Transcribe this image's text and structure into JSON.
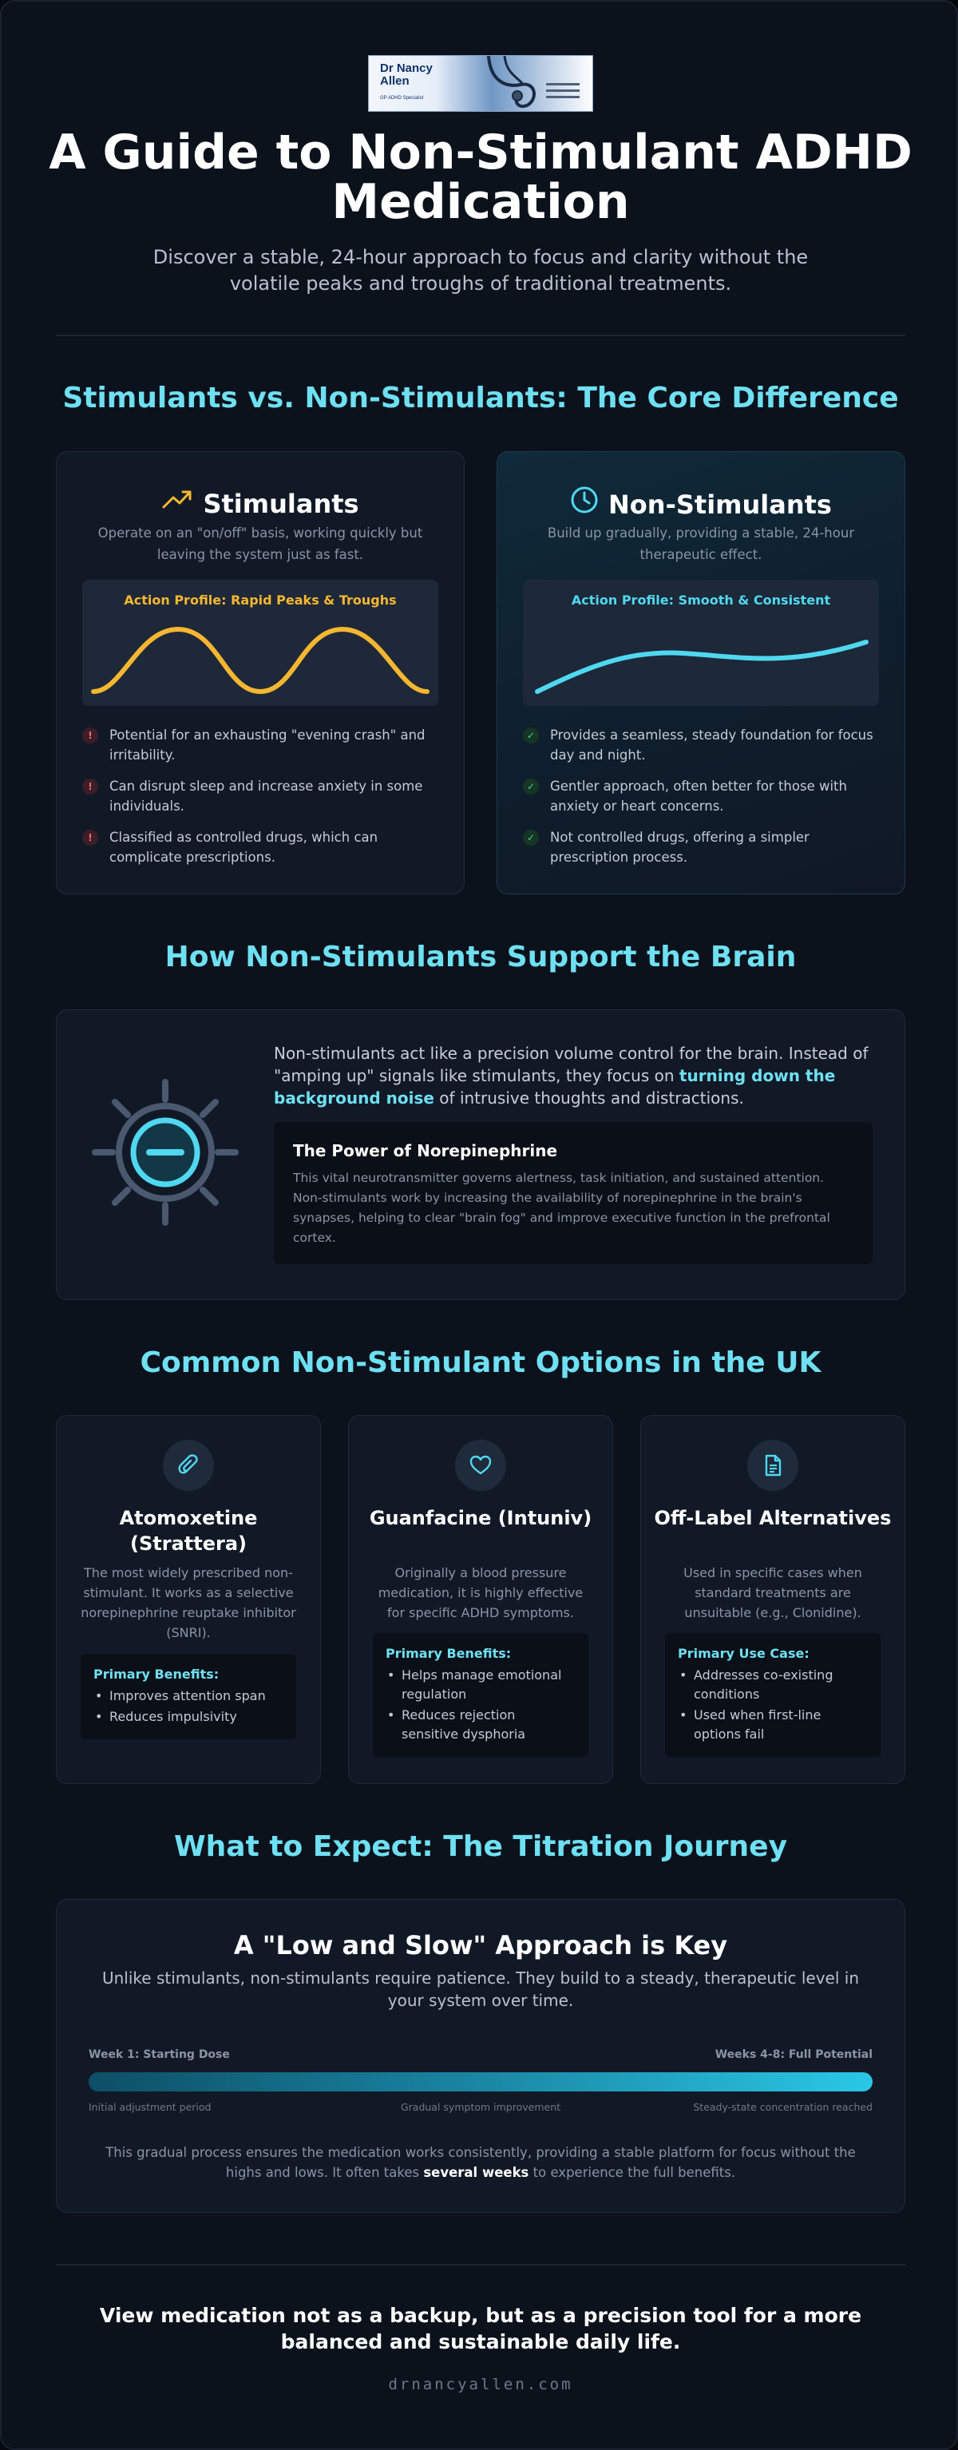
{
  "logo": {
    "name_line1": "Dr Nancy",
    "name_line2": "Allen",
    "tagline": "GP ADHD Specialist"
  },
  "header": {
    "title": "A Guide to Non-Stimulant ADHD Medication",
    "subtitle": "Discover a stable, 24-hour approach to focus and clarity without the volatile peaks and troughs of traditional treatments."
  },
  "comparison": {
    "section_title": "Stimulants vs. Non-Stimulants: The Core Difference",
    "stimulants": {
      "title": "Stimulants",
      "icon": "trending-up-icon",
      "description": "Operate on an \"on/off\" basis, working quickly but leaving the system just as fast.",
      "profile_label": "Action Profile: Rapid Peaks & Troughs",
      "points": [
        "Potential for an exhausting \"evening crash\" and irritability.",
        "Can disrupt sleep and increase anxiety in some individuals.",
        "Classified as controlled drugs, which can complicate prescriptions."
      ],
      "bullet_symbol": "!"
    },
    "non_stimulants": {
      "title": "Non-Stimulants",
      "icon": "clock-icon",
      "description": "Build up gradually, providing a stable, 24-hour therapeutic effect.",
      "profile_label": "Action Profile: Smooth & Consistent",
      "points": [
        "Provides a seamless, steady foundation for focus day and night.",
        "Gentler approach, often better for those with anxiety or heart concerns.",
        "Not controlled drugs, offering a simpler prescription process."
      ],
      "bullet_symbol": "✓"
    },
    "colors": {
      "stimulant_curve": "#f5b731",
      "nonstimulant_curve": "#4fd8f0"
    }
  },
  "brain": {
    "section_title": "How Non-Stimulants Support the Brain",
    "icon": "volume-dial-icon",
    "text_before": "Non-stimulants act like a precision volume control for the brain. Instead of \"amping up\" signals like stimulants, they focus on ",
    "text_highlight": "turning down the background noise",
    "text_after": " of intrusive thoughts and distractions.",
    "box_title": "The Power of Norepinephrine",
    "box_text": "This vital neurotransmitter governs alertness, task initiation, and sustained attention. Non-stimulants work by increasing the availability of norepinephrine in the brain's synapses, helping to clear \"brain fog\" and improve executive function in the prefrontal cortex."
  },
  "options": {
    "section_title": "Common Non-Stimulant Options in the UK",
    "items": [
      {
        "icon": "paperclip-icon",
        "name": "Atomoxetine (Strattera)",
        "description": "The most widely prescribed non-stimulant. It works as a selective norepinephrine reuptake inhibitor (SNRI).",
        "box_title": "Primary Benefits:",
        "bullets": [
          "Improves attention span",
          "Reduces impulsivity"
        ]
      },
      {
        "icon": "heart-icon",
        "name": "Guanfacine (Intuniv)",
        "description": "Originally a blood pressure medication, it is highly effective for specific ADHD symptoms.",
        "box_title": "Primary Benefits:",
        "bullets": [
          "Helps manage emotional regulation",
          "Reduces rejection sensitive dysphoria"
        ]
      },
      {
        "icon": "document-icon",
        "name": "Off-Label Alternatives",
        "description": "Used in specific cases when standard treatments are unsuitable (e.g., Clonidine).",
        "box_title": "Primary Use Case:",
        "bullets": [
          "Addresses co-existing conditions",
          "Used when first-line options fail"
        ]
      }
    ]
  },
  "titration": {
    "section_title": "What to Expect: The Titration Journey",
    "title": "A \"Low and Slow\" Approach is Key",
    "subtitle": "Unlike stimulants, non-stimulants require patience. They build to a steady, therapeutic level in your system over time.",
    "start_label": "Week 1: Starting Dose",
    "end_label": "Weeks 4-8: Full Potential",
    "stage_left": "Initial adjustment period",
    "stage_mid": "Gradual symptom improvement",
    "stage_right": "Steady-state concentration reached",
    "note_before": "This gradual process ensures the medication works consistently, providing a stable platform for focus without the highs and lows. It often takes ",
    "note_bold": "several weeks",
    "note_after": " to experience the full benefits."
  },
  "footer": {
    "closing": "View medication not as a backup, but as a precision tool for a more balanced and sustainable daily life.",
    "website": "drnancyallen.com"
  }
}
